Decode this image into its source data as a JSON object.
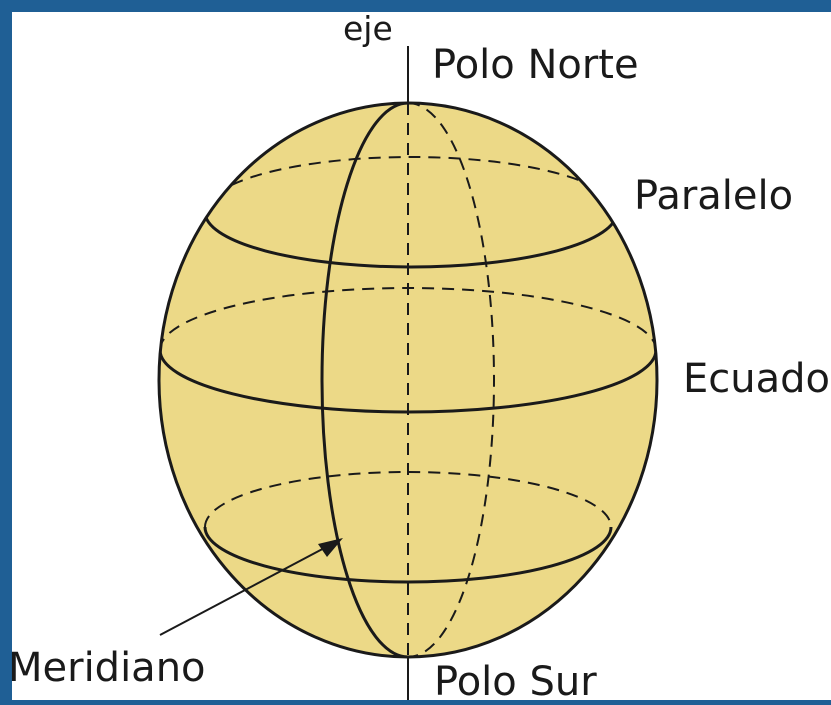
{
  "colors": {
    "frame": "#1f5f95",
    "background": "#ffffff",
    "globe_fill": "#ecd987",
    "line": "#1a1a1a"
  },
  "labels": {
    "axis": "eje",
    "north_pole": "Polo Norte",
    "parallel": "Paralelo",
    "equator": "Ecuador",
    "meridian": "Meridiano",
    "south_pole": "Polo Sur"
  }
}
